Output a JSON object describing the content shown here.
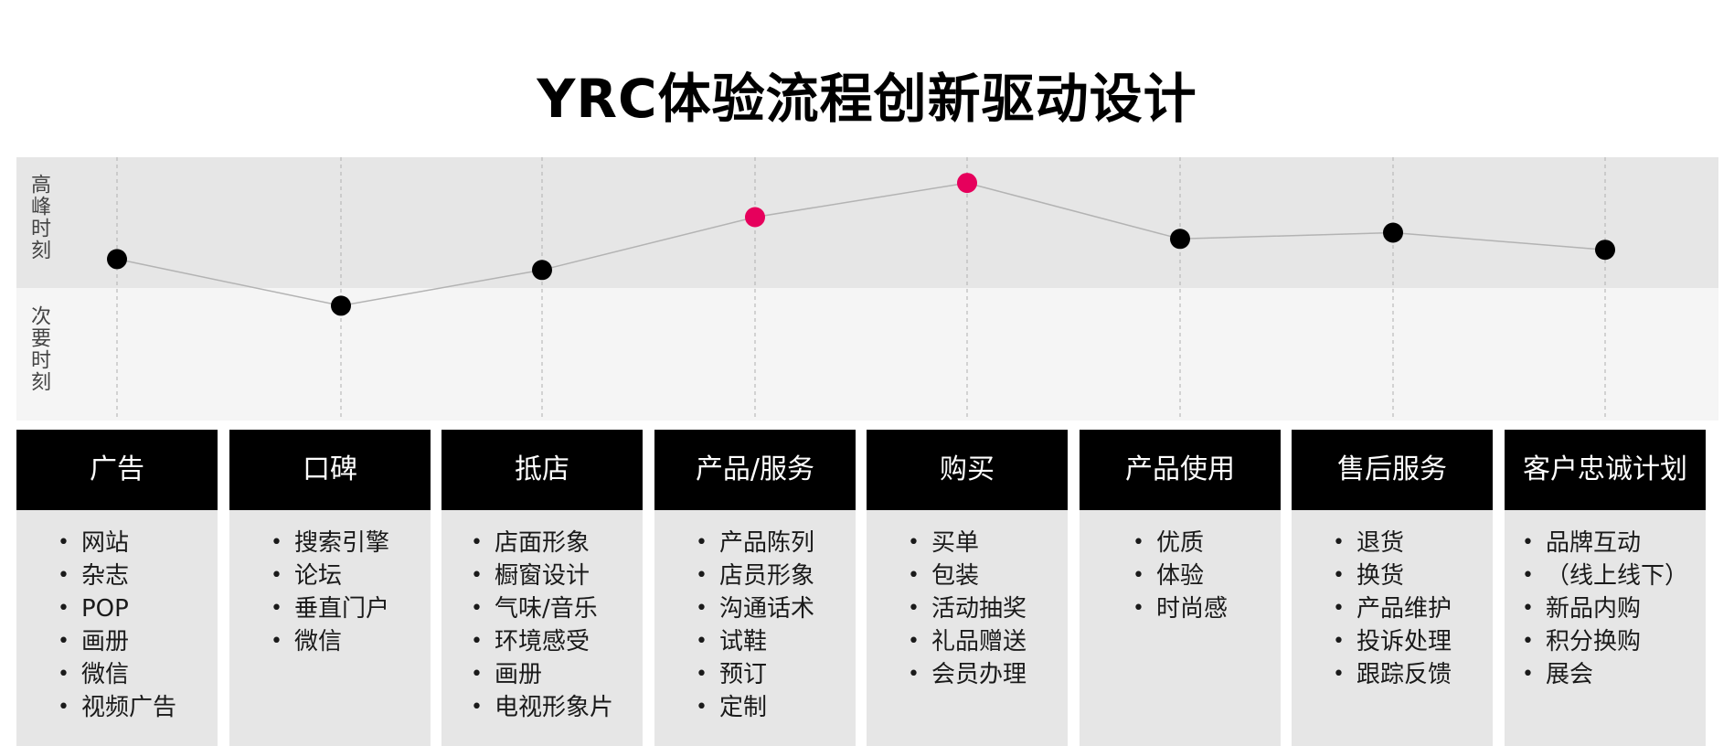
{
  "title": "YRC体验流程创新驱动设计",
  "levels": {
    "high": "高峰时刻",
    "low": "次要时刻"
  },
  "colors": {
    "highlight": "#e6005c",
    "point": "#000000",
    "line": "#b3b3b3",
    "header_bg": "#000000",
    "band_high": "#e6e6e6",
    "band_low": "#f5f5f5",
    "card_bg": "#e6e6e6"
  },
  "stages": [
    {
      "name": "广告",
      "items": [
        "网站",
        "杂志",
        "POP",
        "画册",
        "微信",
        "视频广告"
      ]
    },
    {
      "name": "口碑",
      "items": [
        "搜索引擎",
        "论坛",
        "垂直门户",
        "微信"
      ]
    },
    {
      "name": "抵店",
      "items": [
        "店面形象",
        "橱窗设计",
        "气味/音乐",
        "环境感受",
        "画册",
        "电视形象片"
      ]
    },
    {
      "name": "产品/服务",
      "items": [
        "产品陈列",
        "店员形象",
        "沟通话术",
        "试鞋",
        "预订",
        "定制"
      ]
    },
    {
      "name": "购买",
      "items": [
        "买单",
        "包装",
        "活动抽奖",
        "礼品赠送",
        "会员办理"
      ]
    },
    {
      "name": "产品使用",
      "items": [
        "优质",
        "体验",
        "时尚感"
      ]
    },
    {
      "name": "售后服务",
      "items": [
        "退货",
        "换货",
        "产品维护",
        "投诉处理",
        "跟踪反馈"
      ]
    },
    {
      "name": "客户忠诚计划",
      "items": [
        "品牌互动",
        "（线上线下）",
        "新品内购",
        "积分换购",
        "展会"
      ]
    }
  ],
  "chart_data": {
    "type": "line",
    "categories": [
      "广告",
      "口碑",
      "抵店",
      "产品/服务",
      "购买",
      "产品使用",
      "售后服务",
      "客户忠诚计划"
    ],
    "values": [
      0.48,
      0.18,
      0.41,
      0.75,
      0.97,
      0.61,
      0.65,
      0.54
    ],
    "highlighted": [
      false,
      false,
      false,
      true,
      true,
      false,
      false,
      false
    ],
    "ylim": [
      0,
      1
    ],
    "grid": true
  }
}
